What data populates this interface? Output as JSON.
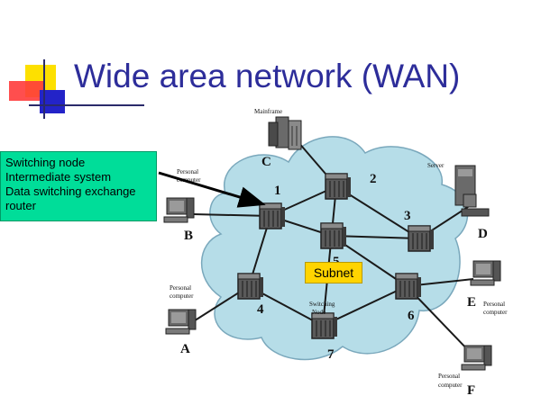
{
  "title": "Wide area network (WAN)",
  "callout": {
    "lines": [
      "Switching node",
      "Intermediate system",
      "Data switching exchange",
      "router"
    ]
  },
  "subnet_label": "Subnet",
  "nodes": [
    "1",
    "2",
    "3",
    "4",
    "5",
    "6",
    "7"
  ],
  "endpoints": {
    "A": {
      "letter": "A",
      "caption": [
        "Personal",
        "computer"
      ]
    },
    "B": {
      "letter": "B",
      "caption": [
        "Personal",
        "computer"
      ]
    },
    "C": {
      "letter": "C",
      "caption": [
        "Mainframe"
      ]
    },
    "D": {
      "letter": "D",
      "caption": [
        "Server"
      ]
    },
    "E": {
      "letter": "E",
      "caption": [
        "Personal",
        "computer"
      ]
    },
    "F": {
      "letter": "F",
      "caption": [
        "Personal",
        "computer"
      ]
    }
  },
  "switching_node_caption": [
    "Switching",
    "Node"
  ],
  "colors": {
    "title": "#2d2d9a",
    "cloud": "#b6dde8",
    "callout": "#00dd99",
    "subnet": "#ffd400"
  }
}
